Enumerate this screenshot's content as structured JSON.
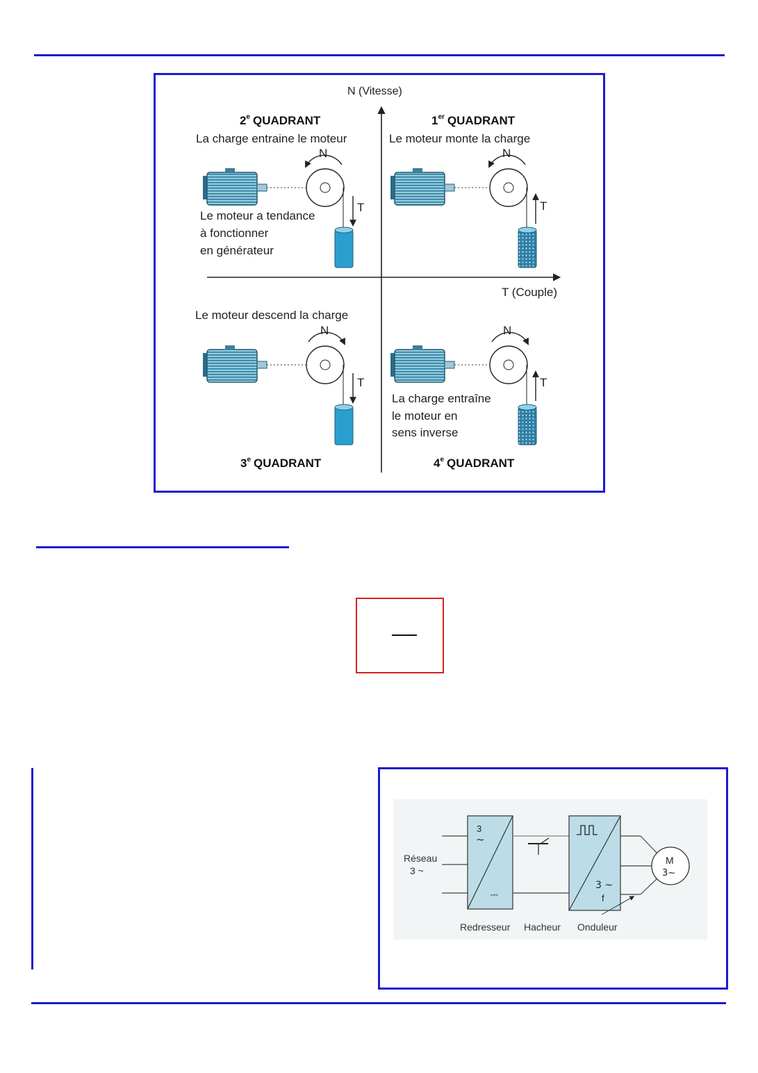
{
  "quadrant_figure": {
    "axis_y_label": "N (Vitesse)",
    "axis_x_label": "T (Couple)",
    "q1": {
      "num": "1",
      "sup": "er",
      "word": "QUADRANT",
      "caption": "Le moteur monte la charge"
    },
    "q2": {
      "num": "2",
      "sup": "e",
      "word": "QUADRANT",
      "caption": "La charge entraine le moteur",
      "note": [
        "Le moteur a tendance",
        "à fonctionner",
        "en générateur"
      ]
    },
    "q3": {
      "num": "3",
      "sup": "e",
      "word": "QUADRANT",
      "caption": "Le moteur descend la charge"
    },
    "q4": {
      "num": "4",
      "sup": "e",
      "word": "QUADRANT",
      "note": [
        "La charge entraîne",
        "le moteur en",
        "sens inverse"
      ]
    },
    "speed_symbol": "N",
    "torque_symbol": "T"
  },
  "converter_figure": {
    "source_label": [
      "Réseau",
      "3 ~"
    ],
    "rectifier_label": "Redresseur",
    "chopper_label": "Hacheur",
    "inverter_label": "Onduleur",
    "rectifier_in": "3",
    "rectifier_in_sym": "~",
    "rectifier_out": "⎓",
    "inverter_out": "3 ~",
    "inverter_freq": "f",
    "motor_label": "M",
    "motor_phase": "3~"
  },
  "colors": {
    "rule": "#1b1bd0",
    "box_red": "#d62020",
    "block_fill": "#bcdde8",
    "load_fill": "#2a9fcf"
  }
}
